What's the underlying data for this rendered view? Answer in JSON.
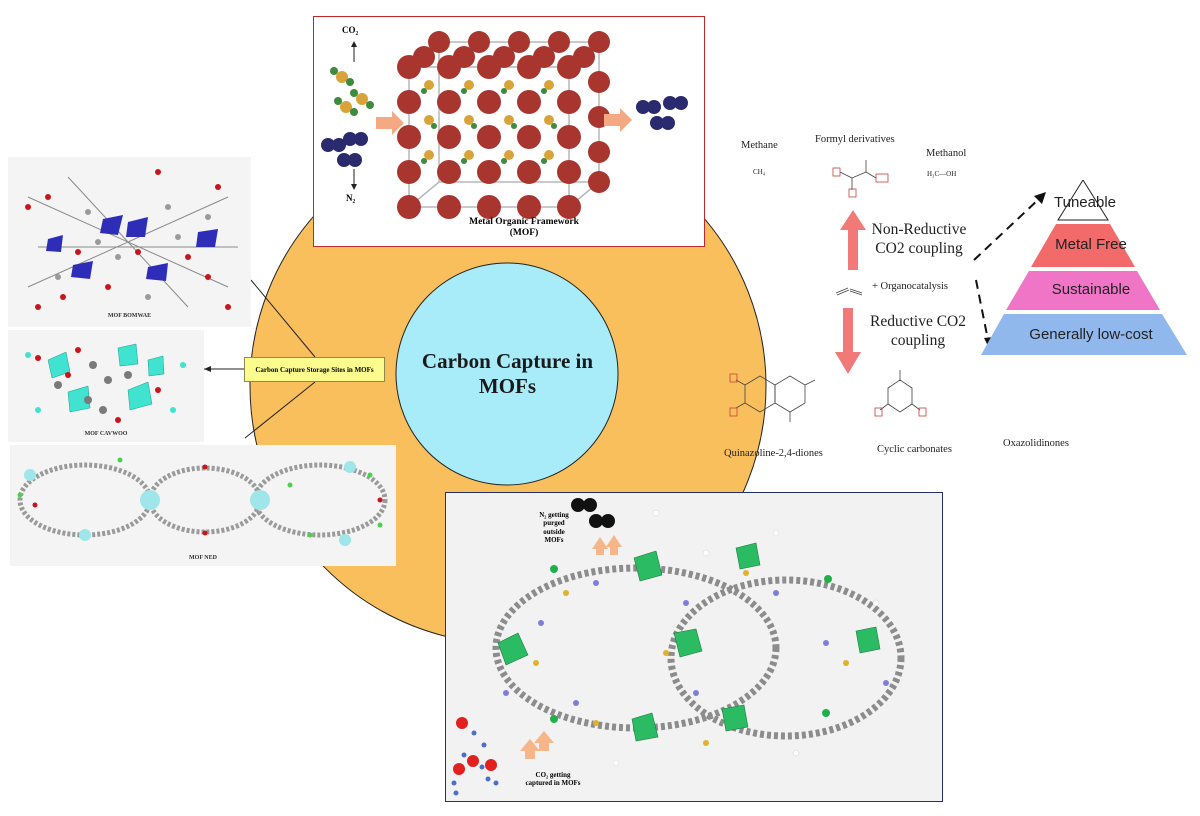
{
  "top_panel": {
    "co2_label": "CO₂",
    "n2_label": "N₂",
    "caption_line1": "Metal Organic Framework",
    "caption_line2": "(MOF)"
  },
  "center": {
    "title_line1": "Carbon Capture in",
    "title_line2": "MOFs"
  },
  "left": {
    "mof1_caption": "MOF BOMWAE",
    "mof2_caption": "MOF CAVWOO",
    "mof3_caption": "MOF NED",
    "storage_label": "Carbon Capture Storage Sites in MOFs"
  },
  "reaction": {
    "methane": "Methane",
    "methane_formula": "CH₄",
    "formyl": "Formyl derivatives",
    "methanol": "Methanol",
    "methanol_formula": "H₃C—OH",
    "non_reductive_line1": "Non-Reductive",
    "non_reductive_line2": "CO2 coupling",
    "organocatalysis": "+ Organocatalysis",
    "reductive_line1": "Reductive CO2",
    "reductive_line2": "coupling",
    "quinazoline": "Quinazoline-2,4-diones",
    "cyclic": "Cyclic carbonates",
    "oxazolidinones": "Oxazolidinones"
  },
  "pyramid": {
    "tier1": "Tuneable",
    "tier2": "Metal Free",
    "tier3": "Sustainable",
    "tier4": "Generally low-cost",
    "colors": [
      "#ffffff",
      "#f26a6a",
      "#f075c7",
      "#90b8ec"
    ]
  },
  "bottom_panel": {
    "n2_line1": "N₂ getting",
    "n2_line2": "purged",
    "n2_line3": "outside",
    "n2_line4": "MOFs",
    "co2_line1": "CO₂ getting",
    "co2_line2": "captured in MOFs"
  }
}
